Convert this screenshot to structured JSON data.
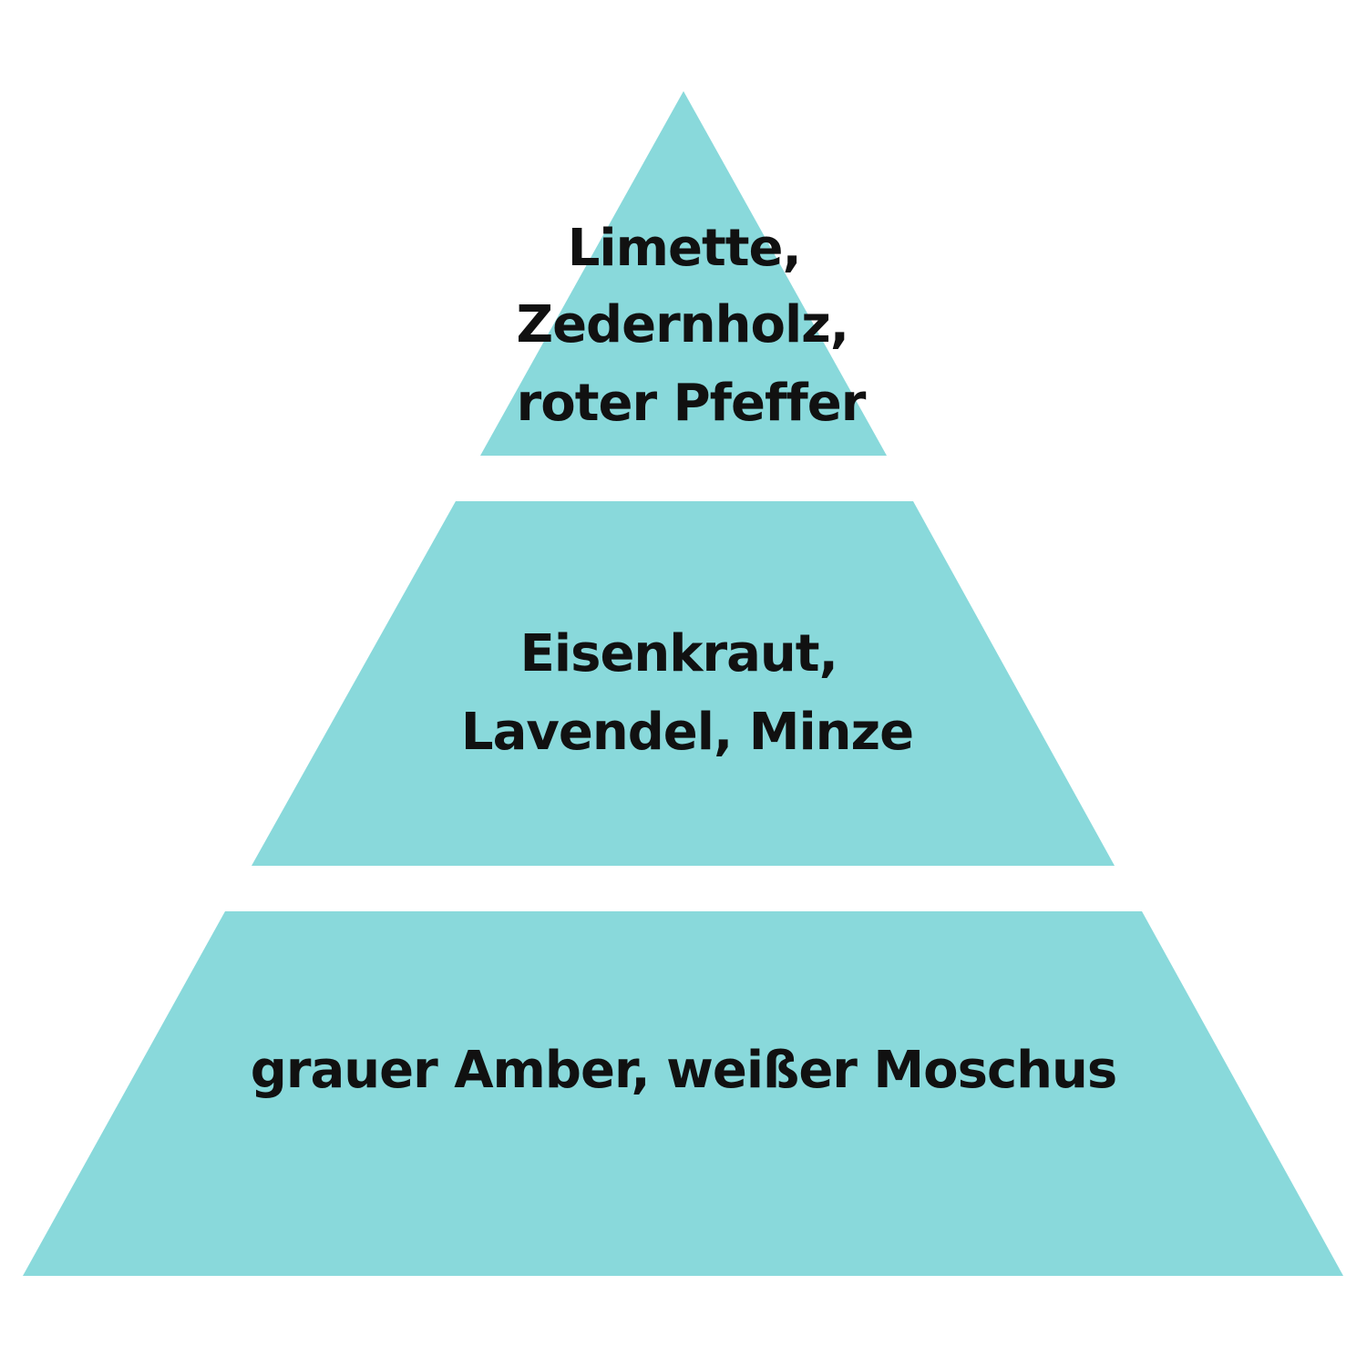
{
  "colors": {
    "background": "#ffffff",
    "tier_fill": "#89d9db",
    "text": "#111111"
  },
  "pyramid": {
    "tiers": [
      {
        "name": "top",
        "lines": [
          "Limette,",
          "Zedernholz,",
          "roter Pfeffer"
        ]
      },
      {
        "name": "middle",
        "lines": [
          "Eisenkraut,",
          "Lavendel, Minze"
        ]
      },
      {
        "name": "base",
        "lines": [
          "grauer Amber, weißer Moschus"
        ]
      }
    ]
  }
}
